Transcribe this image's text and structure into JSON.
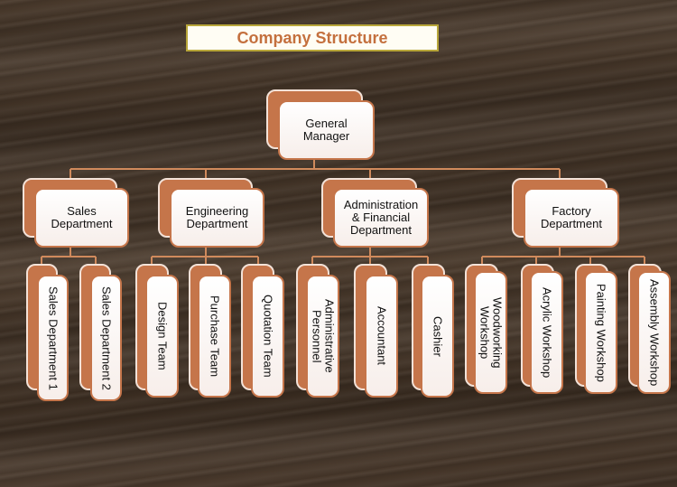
{
  "title": "Company Structure",
  "root": "General\nManager",
  "departments": [
    {
      "label": "Sales\nDepartment",
      "children": [
        "Sales Department 1",
        "Sales Department  2"
      ]
    },
    {
      "label": "Engineering\nDepartment",
      "children": [
        "Design Team",
        "Purchase Team",
        "Quotation Team"
      ]
    },
    {
      "label": "Administration\n& Financial\nDepartment",
      "children": [
        "Administrative\nPersonnel",
        "Accountant",
        "Cashier"
      ]
    },
    {
      "label": "Factory\nDepartment",
      "children": [
        "Woodworking\nWorkshop",
        "Acrylic Workshop",
        "Painting Workshop",
        "Assembly Workshop"
      ]
    }
  ],
  "colors": {
    "box_back": "#c5754a",
    "box_front": "#ffffff",
    "connector": "#d08a5c",
    "title_text": "#c4703e",
    "title_border": "#b8a63a"
  }
}
